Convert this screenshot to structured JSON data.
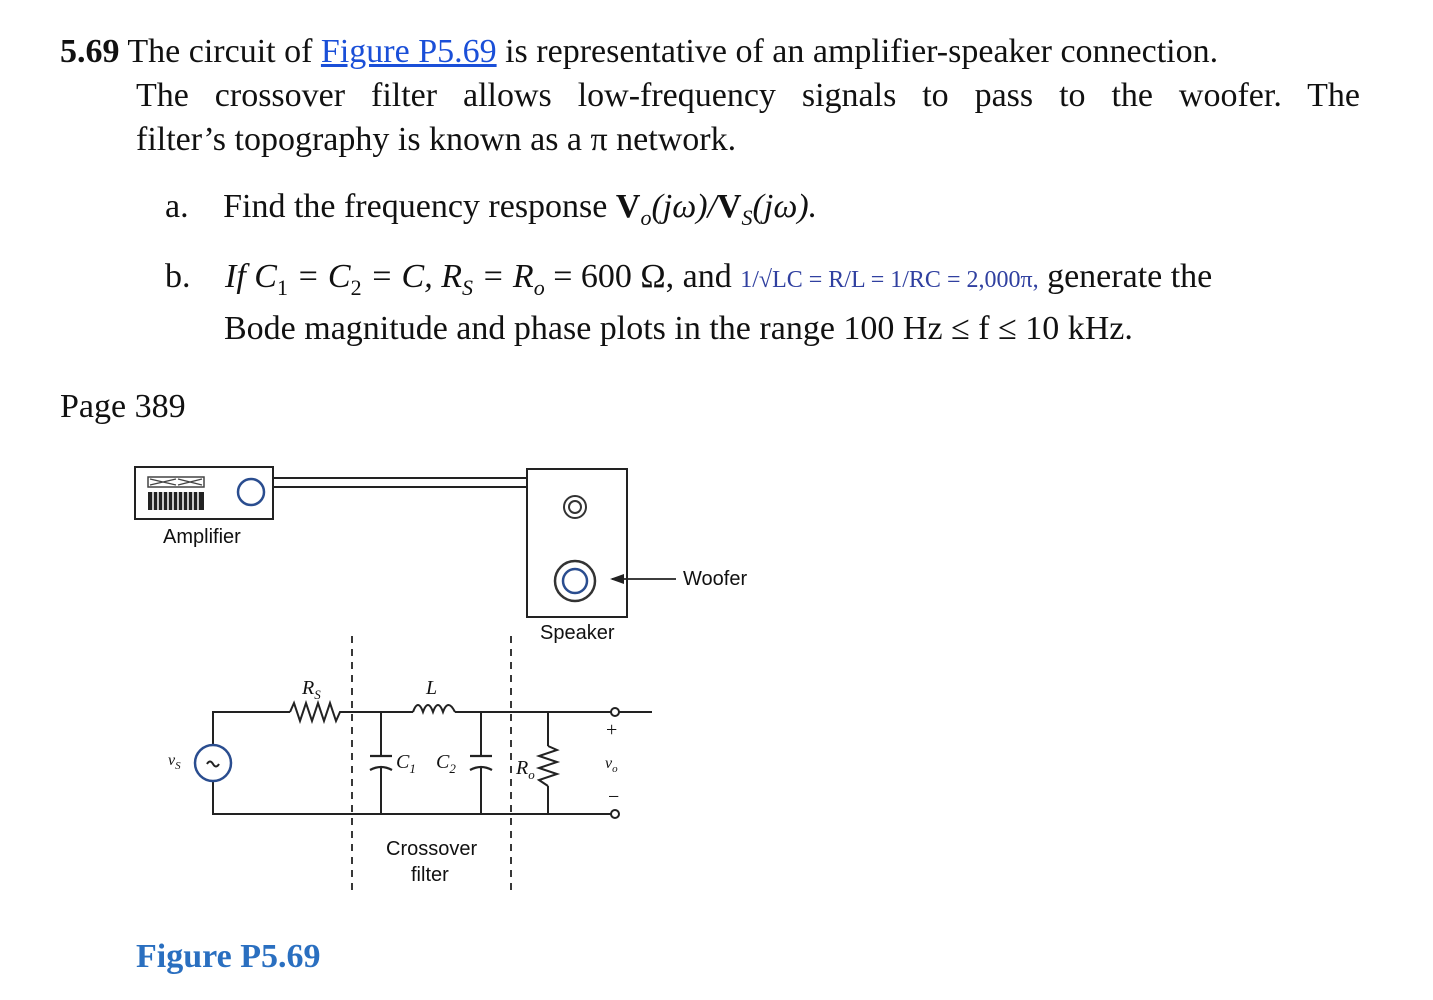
{
  "problem": {
    "number": "5.69",
    "intro_before_link": "The circuit of",
    "figure_link": "Figure P5.69",
    "intro_after_link": "is representative of an amplifier-speaker connection.",
    "line2": "The crossover filter allows low-frequency signals to pass to the woofer. The",
    "line3": "filter’s topography is known as a π network."
  },
  "parts": {
    "a_label": "a.",
    "a_text": "Find the frequency response",
    "a_eq_vo": "V",
    "a_eq_vo_sub": "o",
    "a_eq_mid": "(jω)/",
    "a_eq_vs": "V",
    "a_eq_vs_sub": "S",
    "a_eq_end": "(jω).",
    "b_label": "b.",
    "b_text1": "If C",
    "b_sub1": "1",
    "b_text2": " = C",
    "b_sub2": "2",
    "b_text3": " = C, R",
    "b_sub3": "S",
    "b_text4": " = R",
    "b_sub4": "o",
    "b_text5": " = 600 Ω, and",
    "b_eq_small": "1/√LC = R/L = 1/RC = 2,000π,",
    "b_text6": "generate the",
    "b_line2": "Bode magnitude and phase plots in the range 100 Hz ≤ f ≤ 10 kHz."
  },
  "page_label": "Page 389",
  "figure": {
    "caption": "Figure P5.69",
    "amplifier_label": "Amplifier",
    "speaker_label": "Speaker",
    "woofer_label": "Woofer",
    "rs_label": "R",
    "rs_sub": "S",
    "l_label": "L",
    "vs_label": "v",
    "vs_sub": "S",
    "c1_label": "C",
    "c1_sub": "1",
    "c2_label": "C",
    "c2_sub": "2",
    "ro_label": "R",
    "ro_sub": "o",
    "plus_label": "+",
    "minus_label": "−",
    "vo_label": "v",
    "vo_sub": "o",
    "crossover_line1": "Crossover",
    "crossover_line2": "filter"
  }
}
